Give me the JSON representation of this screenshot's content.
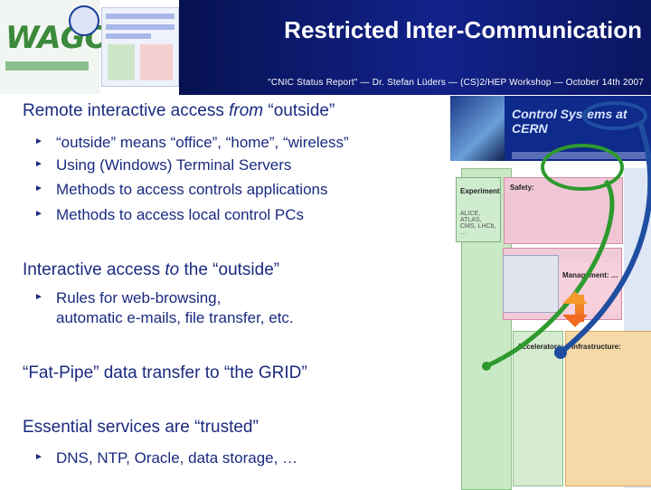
{
  "header": {
    "title": "Restricted Inter-Communication",
    "subtitle": "\"CNIC Status Report\" — Dr. Stefan Lüders — (CS)2/HEP Workshop — October 14th 2007",
    "logo_text": "WAGO"
  },
  "sections": [
    {
      "heading_pre": "Remote interactive access ",
      "heading_em": "from",
      "heading_post": " “outside”",
      "items": [
        "“outside” means “office”, “home”, “wireless”",
        "Using (Windows) Terminal Servers",
        "Methods to access controls applications",
        "Methods to access local control PCs"
      ]
    },
    {
      "heading_pre": "Interactive access ",
      "heading_em": "to",
      "heading_post": " the “outside”",
      "items": [
        "Rules for web-browsing,",
        "automatic e-mails, file transfer, etc."
      ]
    },
    {
      "heading": "“Fat-Pipe” data transfer to “the GRID”"
    },
    {
      "heading": "Essential services are “trusted”",
      "items": [
        "DNS, NTP, Oracle, data storage, …"
      ]
    }
  ],
  "diagram": {
    "banner": "Control Systems at CERN",
    "labels": {
      "experiment": "Experiment",
      "experiment_sub": "ALICE, ATLAS, CMS, LHCb, …",
      "safety": "Safety:",
      "management": "Management: …",
      "accelerators": "Accelerators:",
      "infrastructure": "Infrastructure:"
    }
  },
  "colors": {
    "header_band": "#0b1a6b",
    "text": "#1a2a80",
    "green_arrow": "#2e9a2e",
    "blue_arrow": "#1f4ea0",
    "orange_arrow": "#f06a20"
  }
}
